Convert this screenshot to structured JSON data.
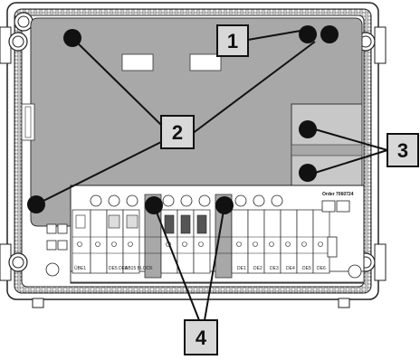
{
  "callouts": [
    {
      "id": "1",
      "label": "1"
    },
    {
      "id": "2",
      "label": "2"
    },
    {
      "id": "3",
      "label": "3"
    },
    {
      "id": "4",
      "label": "4"
    }
  ],
  "terminal_labels": [
    "DE1",
    "DE2",
    "DE3",
    "DE4",
    "DE5",
    "DE6"
  ],
  "strip_labels": [
    "ÜBE1",
    "DE5 DE6",
    "AB15 BLOCK"
  ],
  "order_label": "Order 7060724",
  "colors": {
    "panel": "#a8a8a8",
    "enclosure": "#ffffff",
    "marker": "#111111",
    "line": "#111111",
    "callout_fill": "#d8d8d8"
  }
}
